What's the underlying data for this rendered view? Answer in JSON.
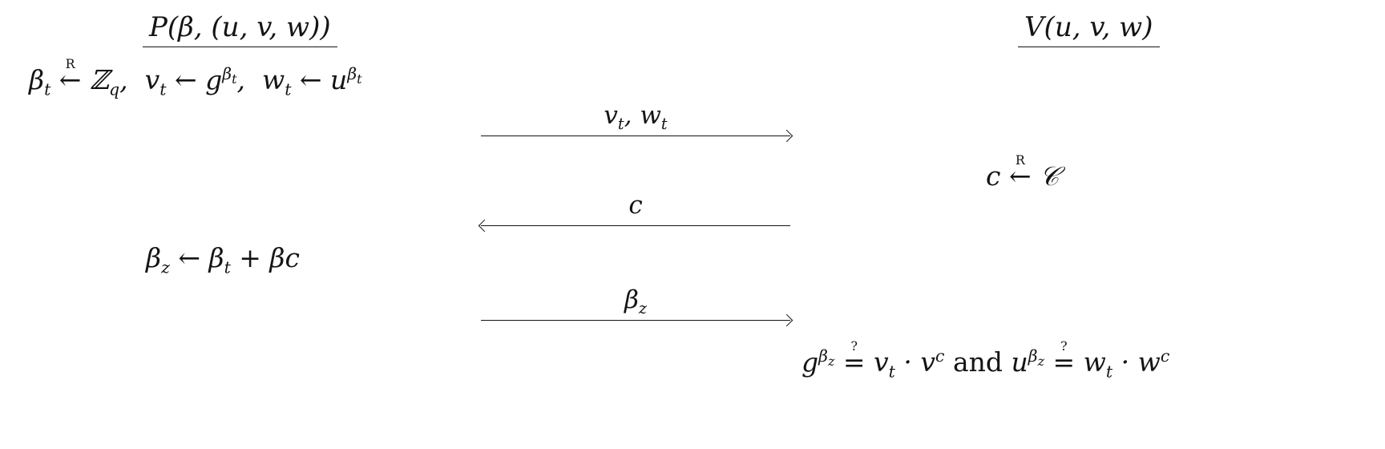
{
  "page": {
    "background": "#ffffff",
    "ink": "#141414"
  },
  "prover": {
    "header": "P(β, (u, v, w))",
    "commit_line": "β<sub>t</sub> <span class='os'><span class='os-top'>R</span>←</span> ℤ<sub>q</sub>,&nbsp; v<sub>t</sub> ← g<sup>β<sub>t</sub></sup>,&nbsp; w<sub>t</sub> ← u<sup>β<sub>t</sub></sup>",
    "response_line": "β<sub>z</sub> ← β<sub>t</sub> + βc"
  },
  "verifier": {
    "header": "V(u, v, w)",
    "challenge_line": "c <span class='os'><span class='os-top'>R</span>←</span> 𝒞",
    "check_line": "g<sup>β<sub>z</sub></sup> <span class='os'><span class='os-top'>?</span>=</span> v<sub>t</sub> · v<sup>c</sup> <span class='rm'>and</span> u<sup>β<sub>z</sub></sup> <span class='os'><span class='os-top'>?</span>=</span> w<sub>t</sub> · w<sup>c</sup>"
  },
  "messages": [
    {
      "label": "v<sub>t</sub>, w<sub>t</sub>",
      "direction": "right"
    },
    {
      "label": "c",
      "direction": "left"
    },
    {
      "label": "β<sub>z</sub>",
      "direction": "right"
    }
  ]
}
